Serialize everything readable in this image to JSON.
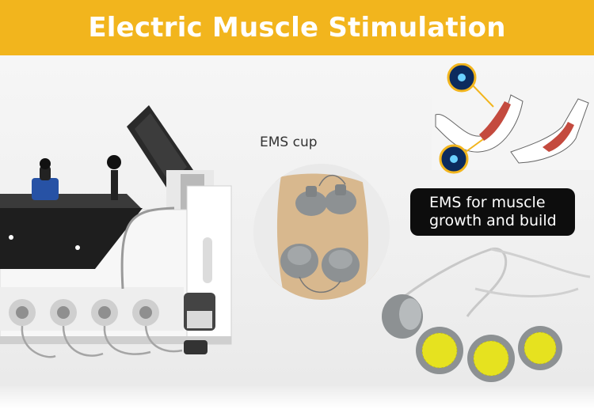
{
  "banner": {
    "title": "Electric Muscle Stimulation",
    "color": "#f2b51d"
  },
  "cup_label": "EMS cup",
  "callout": {
    "line1": "EMS for muscle",
    "line2": "growth and build"
  },
  "colors": {
    "device_dark": "#2b2b2b",
    "device_white": "#f7f7f7",
    "cup_grey": "#8d9193",
    "pad_yellow": "#e6e21f"
  },
  "icons": [
    "ems-machine-illustration",
    "ems-cup-circle-photo",
    "arm-muscle-illustration",
    "ems-pad-cups-illustration"
  ]
}
